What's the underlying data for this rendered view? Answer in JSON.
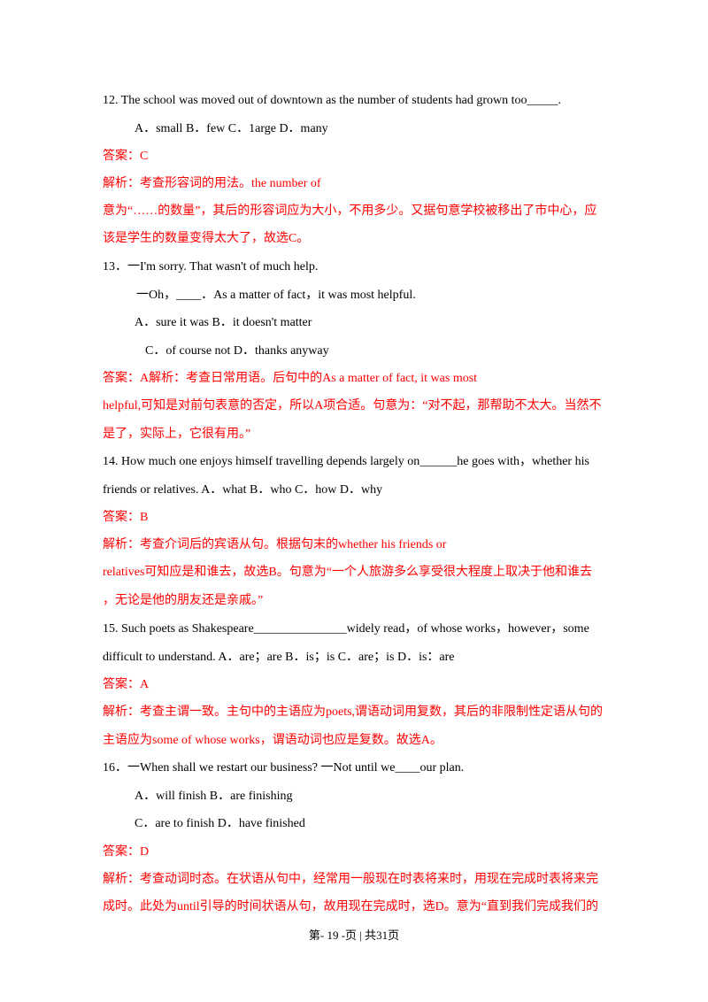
{
  "questions": {
    "q12": {
      "stem": "12.  The school was moved out of downtown as the number of students had grown too_____.",
      "options": "A．small          B．few          C．1arge          D．many",
      "answer": "答案：C",
      "analysis1": "解析：考查形容词的用法。the number of",
      "analysis2": "意为“……的数量”，其后的形容词应为大小，不用多少。又据句意学校被移出了市中心，应",
      "analysis3": "该是学生的数量变得太大了，故选C。"
    },
    "q13": {
      "stem": "13．一I'm sorry.  That wasn't of much help.",
      "reply": "一Oh，____．As a matter of fact，it was most helpful.",
      "options1": "A．sure it was       B．it doesn't matter",
      "options2": "C．of course not     D．thanks anyway",
      "analysis1": "答案：A解析：考查日常用语。后句中的As      a      matter      of      fact,      it      was      most",
      "analysis2": "helpful,可知是对前句表意的否定，所以A项合适。句意为：“对不起，那帮助不太大。当然不",
      "analysis3": "是了，实际上，它很有用。”"
    },
    "q14": {
      "stem1": "14.  How much one enjoys himself travelling depends largely on______he goes  with，whether his",
      "stem2": "friends or relatives.      A．what   B．who   C．how   D．why",
      "answer": "答案：B",
      "analysis1": "解析：考查介词后的宾语从句。根据句末的whether his friends or",
      "analysis2": "relatives可知应是和谁去，故选B。句意为“一个人旅游多么享受很大程度上取决于他和谁去",
      "analysis3": "，无论是他的朋友还是亲戚。”"
    },
    "q15": {
      "stem1": "15.  Such poets as Shakespeare_______________widely read，of whose works，however，some",
      "stem2": "difficult to understand.      A．are；are   B．is；is   C．are；is   D．is：are",
      "answer": "答案：A",
      "analysis1": "解析：考查主谓一致。主句中的主语应为poets,谓语动词用复数，其后的非限制性定语从句的",
      "analysis2": "主语应为some of whose works，谓语动词也应是复数。故选A。"
    },
    "q16": {
      "stem": "16．一When shall we restart our business?     一Not until we____our plan.",
      "options1": "A．will finish      B．are finishing",
      "options2": "C．are to finish     D．have finished",
      "answer": "答案：D",
      "analysis1": "解析：考查动词时态。在状语从句中，经常用一般现在时表将来时，用现在完成时表将来完",
      "analysis2": "成时。此处为until引导的时间状语从句，故用现在完成时，选D。意为“直到我们完成我们的"
    }
  },
  "footer": {
    "page_label": "第- 19 -页 | 共31页"
  },
  "colors": {
    "answer": "#ff0000",
    "text": "#000000"
  }
}
